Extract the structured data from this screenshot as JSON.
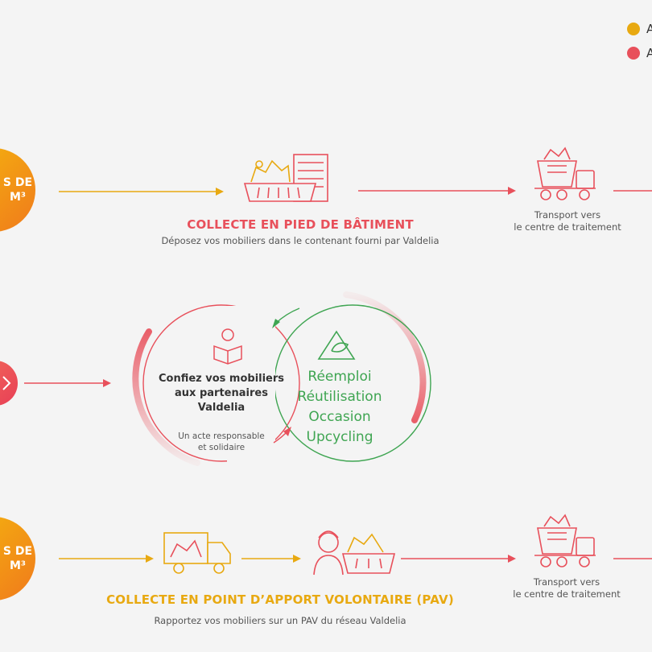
{
  "legend": {
    "items": [
      {
        "label": "A",
        "color": "#e8a911"
      },
      {
        "label": "A",
        "color": "#e8505b"
      }
    ]
  },
  "flows": {
    "top": {
      "circle_text": [
        "S DE",
        "M³"
      ],
      "title": "COLLECTE EN PIED DE BÂTIMENT",
      "subtitle": "Déposez vos mobiliers dans le contenant fourni par Valdelia",
      "transport": [
        "Transport vers",
        "le centre de traitement"
      ]
    },
    "middle": {
      "partners_title": [
        "Confiez vos mobiliers",
        "aux partenaires",
        "Valdelia"
      ],
      "partners_sub": [
        "Un acte responsable",
        "et solidaire"
      ],
      "reuse_items": [
        "Réemploi",
        "Réutilisation",
        "Occasion",
        "Upcycling"
      ]
    },
    "bottom": {
      "circle_text": [
        "S DE",
        "M³"
      ],
      "title": "COLLECTE EN POINT D’APPORT VOLONTAIRE (PAV)",
      "subtitle": "Rapportez vos mobiliers sur un PAV du réseau Valdelia",
      "transport": [
        "Transport vers",
        "le centre de traitement"
      ]
    }
  },
  "colors": {
    "red": "#e8505b",
    "yellow": "#e8a911",
    "orange": "#f07a1c",
    "green": "#3fa552",
    "background": "#f4f4f4"
  }
}
